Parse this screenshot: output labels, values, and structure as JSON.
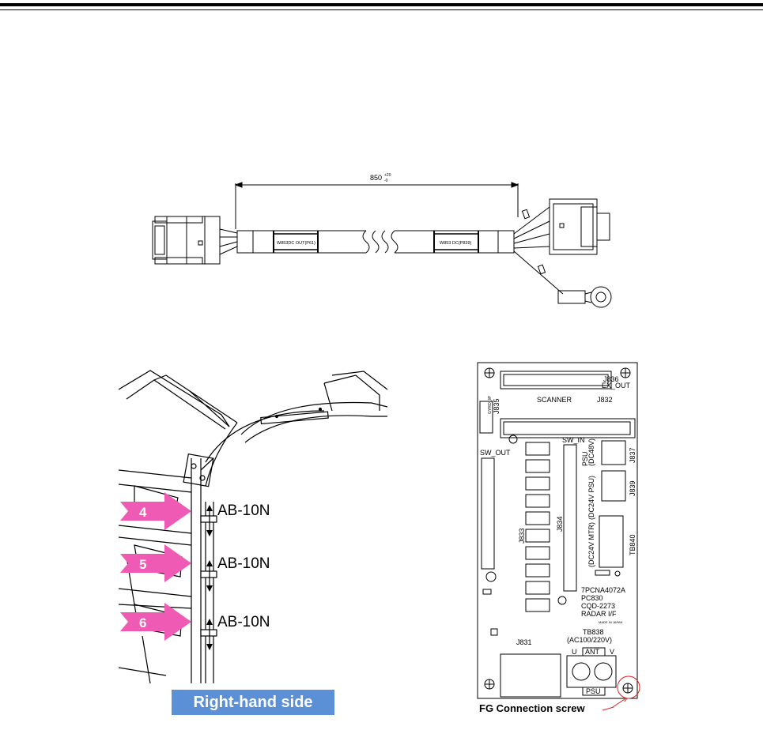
{
  "cable": {
    "dimension": "850",
    "tol_upper": "+20",
    "tol_lower": "-0",
    "label_left": "W853DC OUT(P61)",
    "label_right": "W853 DC(P839)"
  },
  "bracket": {
    "arrows": [
      "4",
      "5",
      "6"
    ],
    "fasteners": [
      "AB-10N",
      "AB-10N",
      "AB-10N"
    ],
    "side_label": "Right-hand side"
  },
  "pcb": {
    "connectors": {
      "j836": "J836",
      "ex_out": "EX_OUT",
      "scanner": "SCANNER",
      "j832": "J832",
      "j835": "J835",
      "gyro_if": "GYRO_I/F",
      "sw_in": "SW_IN",
      "sw_out": "SW_OUT",
      "j837": "J837",
      "dc48": "(DC48V)",
      "psu": "PSU",
      "j839": "J839",
      "dc24psu": "(DC24V PSU)",
      "j834": "J834",
      "j833": "J833",
      "dc24mtr": "(DC24V MTR)",
      "tb840": "TB840",
      "j831": "J831",
      "tb838": "TB838",
      "ac": "(AC100/220V)",
      "u": "U",
      "ant": "ANT",
      "v": "V",
      "psu_bottom": "PSU"
    },
    "board_text": [
      "7PCNA4072A",
      "PC830",
      "CQD-2273",
      "RADAR I/F"
    ],
    "made_in": "MADE IN JAPAN",
    "callout": "FG Connection screw"
  },
  "colors": {
    "arrow_pink": "#ee5ab4",
    "label_blue": "#5b8fd6",
    "callout_red": "#e02020"
  }
}
